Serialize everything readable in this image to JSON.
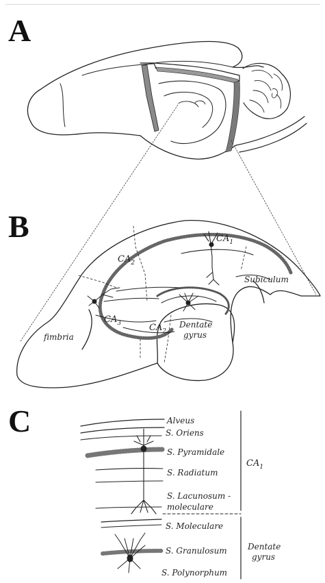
{
  "panels": {
    "a": {
      "letter": "A"
    },
    "b": {
      "letter": "B",
      "labels": {
        "ca1_base": "CA",
        "ca1_sub": "1",
        "ca2_base": "CA",
        "ca2_sub": "2",
        "ca3_base": "CA",
        "ca3_sub": "3",
        "ca2b_base": "CA",
        "ca2b_sub": "2",
        "subiculum": "Subiculum",
        "fimbria": "fimbria",
        "dentate_1": "Dentate",
        "dentate_2": "gyrus"
      }
    },
    "c": {
      "letter": "C",
      "layers": {
        "alveus": "Alveus",
        "oriens": "S. Oriens",
        "pyramidale": "S. Pyramidale",
        "radiatum": "S. Radiatum",
        "lacunosum_1": "S. Lacunosum -",
        "lacunosum_2": "moleculare",
        "moleculare": "S. Moleculare",
        "granulosum": "S. Granulosum",
        "polymorphum": "S. Polynorphum"
      },
      "regions": {
        "ca1_base": "CA",
        "ca1_sub": "1",
        "dentate_1": "Dentate",
        "dentate_2": "gyrus"
      }
    }
  }
}
